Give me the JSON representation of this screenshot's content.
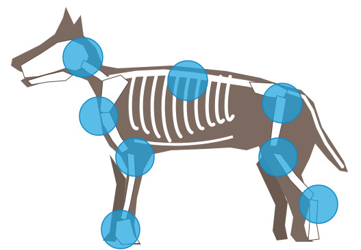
{
  "figure": {
    "subject": "dog-skeleton-joints",
    "colors": {
      "background": "#ffffff",
      "body": "#7c6a60",
      "body_shadow": "#6b5a50",
      "bone": "#ffffff",
      "bone_outline": "#5a4a42",
      "joint_fill": "#1aa3df",
      "joint_stroke": "#1488c2"
    },
    "joints": [
      {
        "id": "head-neck"
      },
      {
        "id": "thoracic-spine"
      },
      {
        "id": "shoulder"
      },
      {
        "id": "elbow"
      },
      {
        "id": "carpus-forepaw"
      },
      {
        "id": "hip"
      },
      {
        "id": "stifle"
      },
      {
        "id": "hock"
      }
    ]
  }
}
